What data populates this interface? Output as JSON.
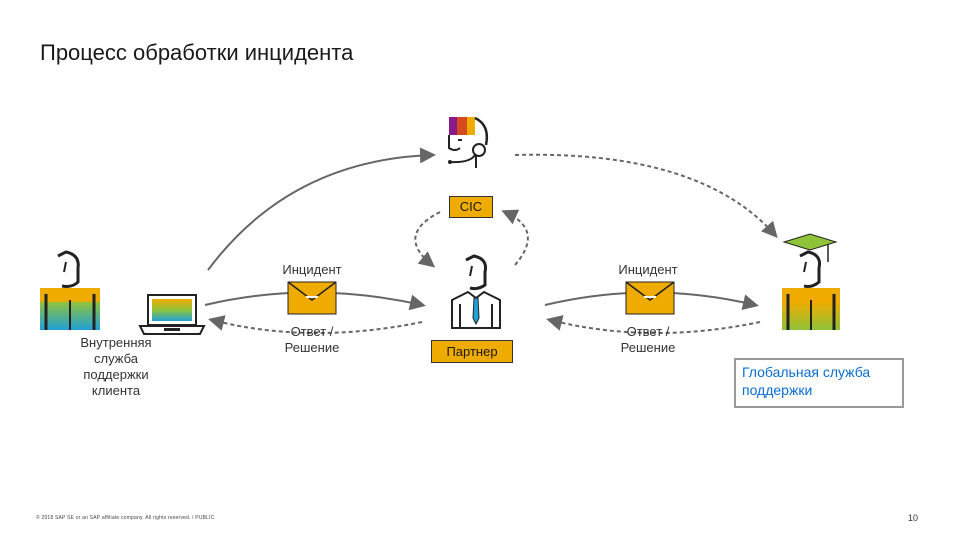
{
  "slide": {
    "title": "Процесс обработки инцидента",
    "page_number": "10",
    "footer": "© 2018 SAP SE or an SAP affiliate company. All rights reserved.  ǀ  PUBLIC"
  },
  "nodes": {
    "cic": {
      "label": "CIC"
    },
    "partner": {
      "label": "Партнер"
    },
    "internal_support": {
      "label": "Внутренняя служба поддержки клиента"
    },
    "global_support": {
      "label": "Глобальная служба поддержки"
    }
  },
  "flows": {
    "left_incident": "Инцидент",
    "left_answer": "Ответ / Решение",
    "right_incident": "Инцидент",
    "right_answer": "Ответ / Решение"
  },
  "colors": {
    "accent_orange": "#f0ab00",
    "link_blue": "#0a6ed1",
    "arrow_gray": "#666666"
  },
  "icons": [
    "headset-agent-icon",
    "customer-person-icon",
    "laptop-icon",
    "envelope-icon",
    "partner-person-icon",
    "graduate-person-icon"
  ]
}
